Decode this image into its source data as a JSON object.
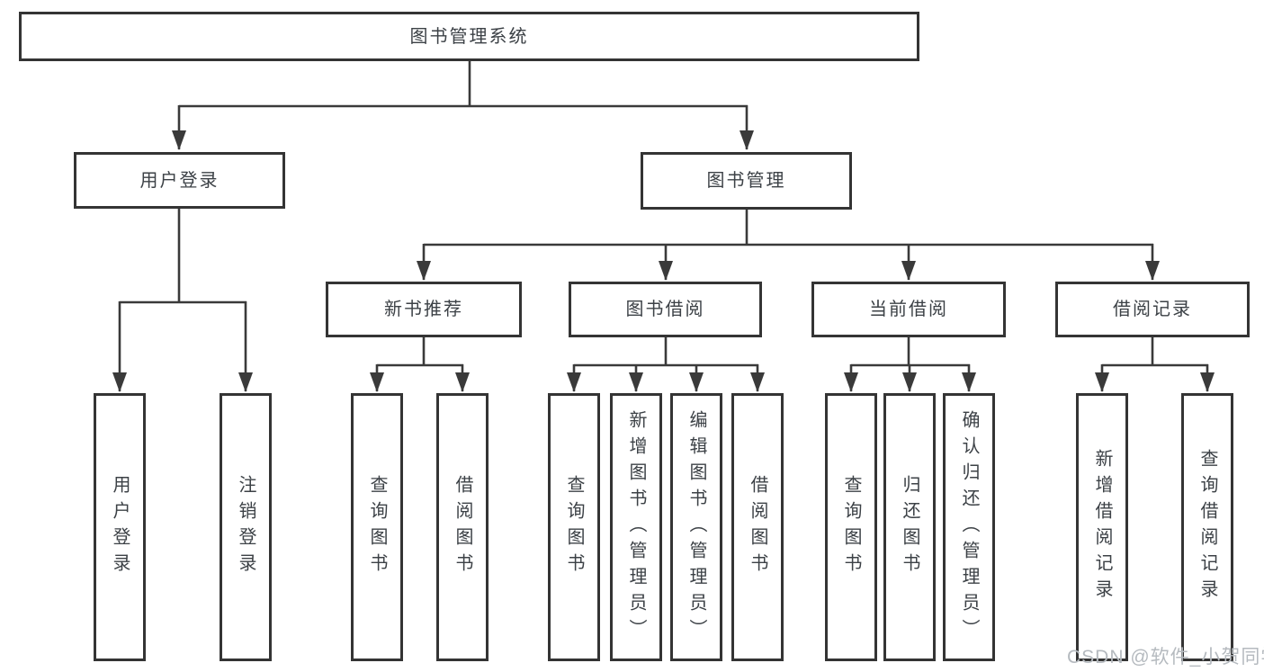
{
  "tree": {
    "root": {
      "label": "图书管理系统"
    },
    "login": {
      "label": "用户登录",
      "children": [
        {
          "label": "用户登录"
        },
        {
          "label": "注销登录"
        }
      ]
    },
    "management": {
      "label": "图书管理",
      "groups": [
        {
          "label": "新书推荐",
          "children": [
            {
              "label": "查询图书"
            },
            {
              "label": "借阅图书"
            }
          ]
        },
        {
          "label": "图书借阅",
          "children": [
            {
              "label": "查询图书"
            },
            {
              "label": "新增图书（管理员）"
            },
            {
              "label": "编辑图书（管理员）"
            },
            {
              "label": "借阅图书"
            }
          ]
        },
        {
          "label": "当前借阅",
          "children": [
            {
              "label": "查询图书"
            },
            {
              "label": "归还图书"
            },
            {
              "label": "确认归还（管理员）"
            }
          ]
        },
        {
          "label": "借阅记录",
          "children": [
            {
              "label": "新增借阅记录"
            },
            {
              "label": "查询借阅记录"
            }
          ]
        }
      ]
    }
  },
  "watermark": {
    "text": "CSDN @软件_小贺同学",
    "color": "#b5babf"
  },
  "colors": {
    "line": "#3a3a3a",
    "border": "#343434",
    "text": "#3c4146"
  }
}
